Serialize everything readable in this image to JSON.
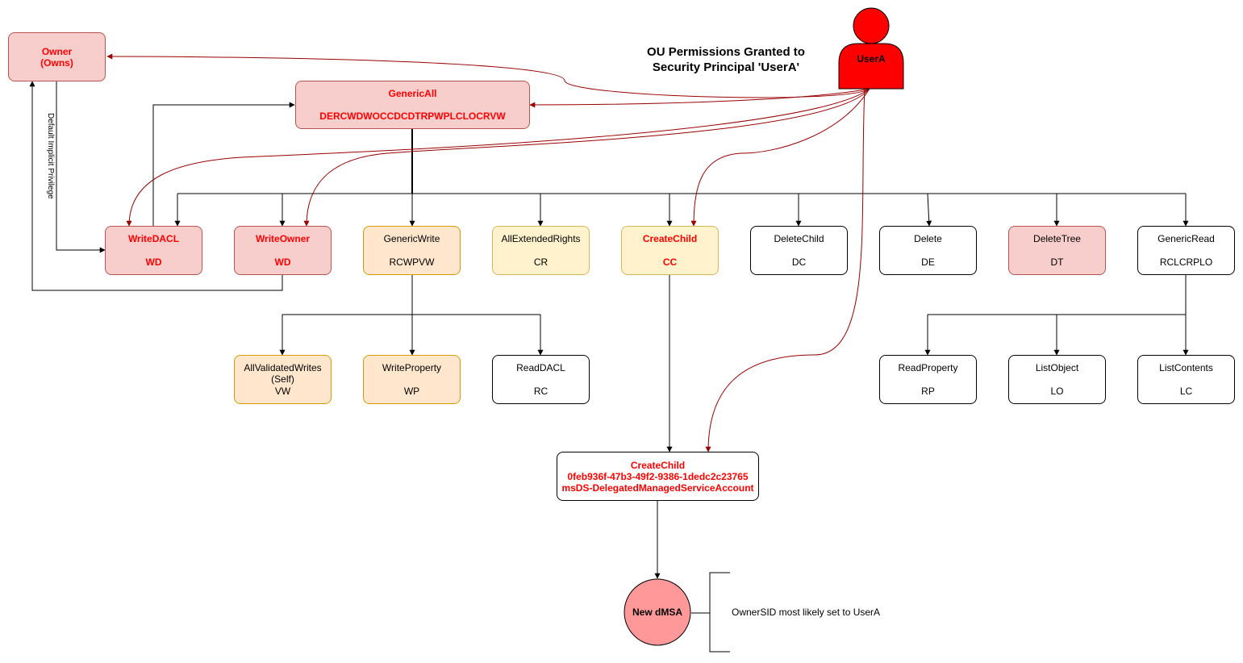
{
  "title_line1": "OU Permissions Granted to",
  "title_line2": "Security Principal 'UserA'",
  "user": {
    "label": "UserA",
    "icon": "user-icon",
    "color": "#ff0000"
  },
  "owner": {
    "line1": "Owner",
    "line2": "(Owns)"
  },
  "implicit_label": "Default Implicit Privilege",
  "generic_all": {
    "name": "GenericAll",
    "code": "DERCWDWOCCDCDTRPWPLCLOCRVW"
  },
  "rights": [
    {
      "name": "WriteDACL",
      "code": "WD"
    },
    {
      "name": "WriteOwner",
      "code": "WD"
    },
    {
      "name": "GenericWrite",
      "code": "RCWPVW"
    },
    {
      "name": "AllExtendedRights",
      "code": "CR"
    },
    {
      "name": "CreateChild",
      "code": "CC"
    },
    {
      "name": "DeleteChild",
      "code": "DC"
    },
    {
      "name": "Delete",
      "code": "DE"
    },
    {
      "name": "DeleteTree",
      "code": "DT"
    },
    {
      "name": "GenericRead",
      "code": "RCLCRPLO"
    }
  ],
  "sub_rights": [
    {
      "name": "AllValidatedWrites (Self)",
      "code": "VW"
    },
    {
      "name": "WriteProperty",
      "code": "WP"
    },
    {
      "name": "ReadDACL",
      "code": "RC"
    },
    {
      "name": "ReadProperty",
      "code": "RP"
    },
    {
      "name": "ListObject",
      "code": "LO"
    },
    {
      "name": "ListContents",
      "code": "LC"
    }
  ],
  "create_child_dmsa": {
    "line1": "CreateChild",
    "line2": "0feb936f-47b3-49f2-9386-1dedc2c23765",
    "line3": "msDS-DelegatedManagedServiceAccount"
  },
  "new_dmsa": "New dMSA",
  "owner_note": "OwnerSID most likely set to UserA",
  "colors": {
    "red_fill": "#f8cecc",
    "red_stroke": "#b85450",
    "orange_fill": "#ffe6cc",
    "yellow_fill": "#fff2cc",
    "arrow_red": "#990000",
    "text_red": "#ff0000",
    "dmsa_fill": "#ff9999"
  }
}
